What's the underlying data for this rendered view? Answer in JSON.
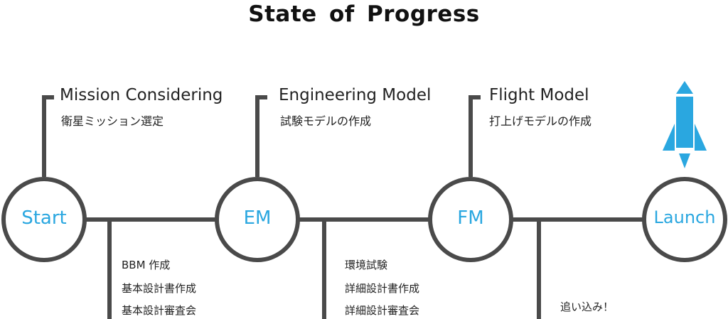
{
  "title": "State of  Progress",
  "colors": {
    "line": "#4a4a4a",
    "accent": "#2aa7e0",
    "text": "#222222"
  },
  "nodes": [
    {
      "id": "start",
      "label": "Start"
    },
    {
      "id": "em",
      "label": "EM"
    },
    {
      "id": "fm",
      "label": "FM"
    },
    {
      "id": "launch",
      "label": "Launch"
    }
  ],
  "milestones": [
    {
      "title": "Mission Considering",
      "subtitle": "衛星ミッション選定"
    },
    {
      "title": "Engineering Model",
      "subtitle": "試験モデルの作成"
    },
    {
      "title": "Flight Model",
      "subtitle": "打上げモデルの作成"
    }
  ],
  "tasks": [
    {
      "items": [
        "BBM 作成",
        "基本設計書作成",
        "基本設計審査会"
      ]
    },
    {
      "items": [
        "環境試験",
        "詳細設計書作成",
        "詳細設計審査会"
      ]
    },
    {
      "items": [
        "追い込み！"
      ]
    }
  ],
  "icons": {
    "launch": "rocket-icon"
  }
}
